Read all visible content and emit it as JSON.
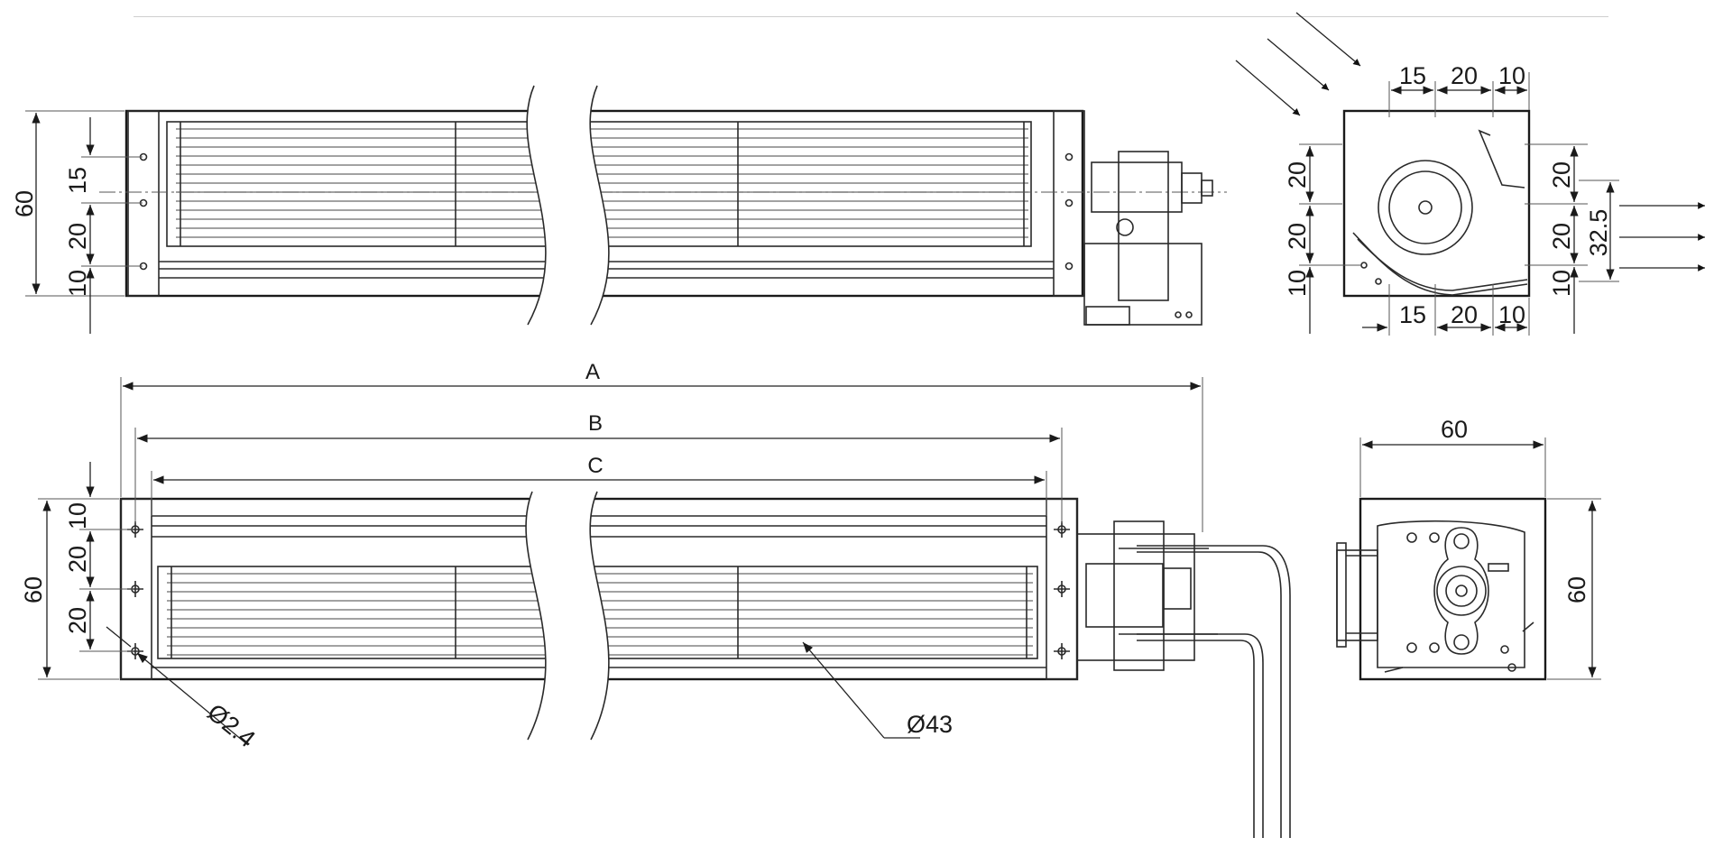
{
  "top_view": {
    "dim_height": "60",
    "dim_hole_1": "15",
    "dim_hole_2": "20",
    "dim_hole_3": "10"
  },
  "end_view_top": {
    "top_1": "15",
    "top_2": "20",
    "top_3": "10",
    "bottom_1": "15",
    "bottom_2": "20",
    "bottom_3": "10",
    "left_1": "20",
    "left_2": "20",
    "left_3": "10",
    "right_1": "20",
    "right_2": "20",
    "right_3": "10",
    "outlet": "32.5"
  },
  "front_view": {
    "dim_a": "A",
    "dim_b": "B",
    "dim_c": "C",
    "dim_height": "60",
    "dim_hole_1": "10",
    "dim_hole_2": "20",
    "dim_hole_3": "20",
    "hole_diameter": "Ø2.4",
    "rotor_diameter": "Ø43"
  },
  "motor_end_view": {
    "width": "60",
    "height": "60"
  }
}
